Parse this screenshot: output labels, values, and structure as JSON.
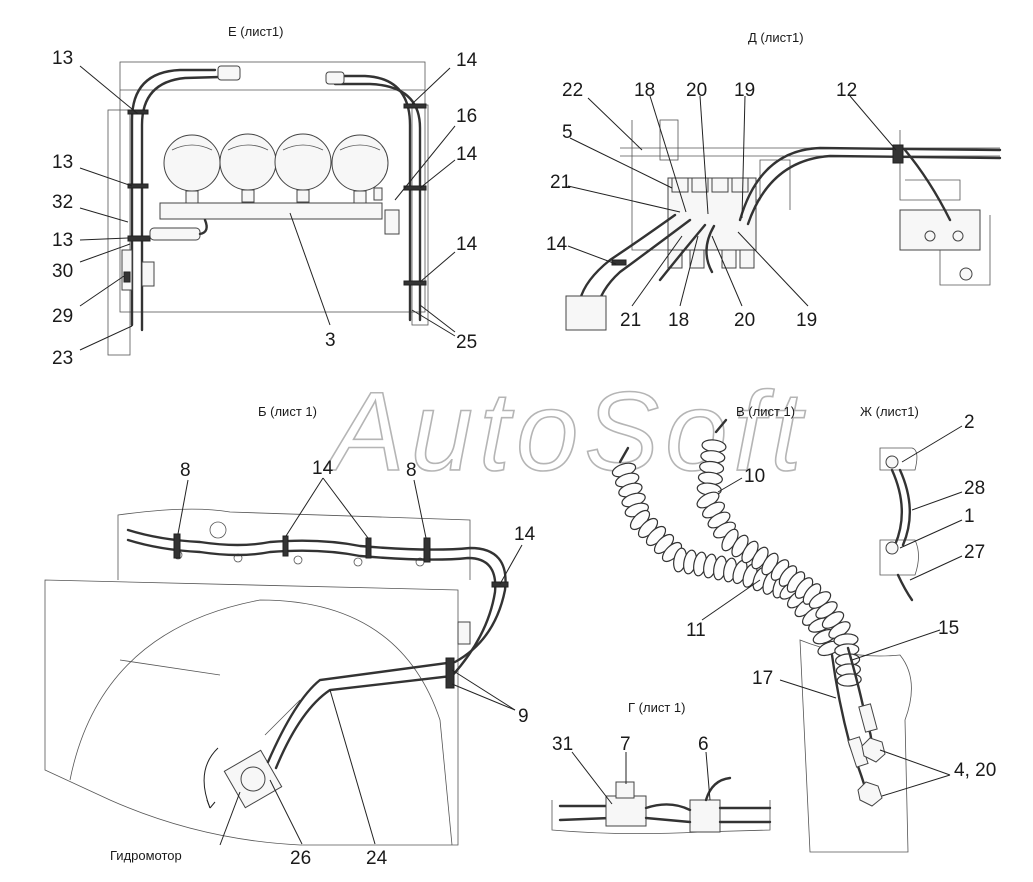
{
  "views": {
    "e": {
      "caption": "Е (лист1)",
      "labels": [
        "13",
        "13",
        "32",
        "13",
        "30",
        "29",
        "23",
        "14",
        "16",
        "14",
        "14",
        "25",
        "3"
      ]
    },
    "d": {
      "caption": "Д (лист1)",
      "labels": [
        "22",
        "18",
        "20",
        "19",
        "12",
        "5",
        "21",
        "14",
        "21",
        "18",
        "20",
        "19"
      ]
    },
    "b": {
      "caption": "Б (лист 1)",
      "labels": [
        "8",
        "14",
        "8",
        "14",
        "9",
        "26",
        "24"
      ],
      "motor_label": "Гидромотор"
    },
    "v": {
      "caption": "В (лист 1)",
      "labels": [
        "10",
        "11",
        "15",
        "17",
        "4, 20"
      ]
    },
    "zh": {
      "caption": "Ж (лист1)",
      "labels": [
        "2",
        "28",
        "1",
        "27"
      ]
    },
    "g": {
      "caption": "Г (лист 1)",
      "labels": [
        "31",
        "7",
        "6"
      ]
    }
  },
  "watermark": "AutoSoft"
}
